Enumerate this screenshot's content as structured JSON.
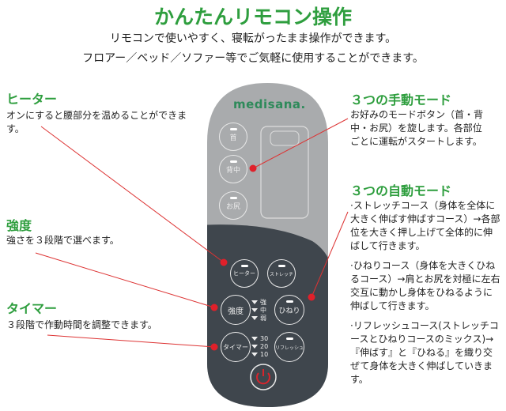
{
  "title": "かんたんリモコン操作",
  "subtitle": [
    "リモコンで使いやすく、寝転がったまま操作ができます。",
    "フロアー／ベッド／ソファー等でご気軽に使用することができます。"
  ],
  "left": [
    {
      "heading": "ヒーター",
      "text": "オンにすると腰部分を温めることができます。"
    },
    {
      "heading": "強度",
      "text": "強さを３段階で選べます。"
    },
    {
      "heading": "タイマー",
      "text": "３段階で作動時間を調整できます。"
    }
  ],
  "right": {
    "manual": {
      "heading": "３つの手動モード",
      "text": "お好みのモードボタン（首・背中・お尻）を旋します。各部位ごとに運転がスタートします。"
    },
    "auto": {
      "heading": "３つの自動モード",
      "items": [
        "·ストレッチコース（身体を全体に大きく伸ばす伸ばすコース）→各部位を大きく押し上げて全体的に伸ばして行きます。",
        "·ひねりコース（身体を大きくひねるコース）→肩とお尻を対極に左右交互に動かし身体をひねるように伸ばして行きます。",
        "·リフレッシュコース(ストレッチコースとひねりコースのミックス)→『伸ばす』と『ひねる』を織り交ぜて身体を大きく伸ばしていきます。"
      ]
    }
  },
  "remote": {
    "brand": "medisana.",
    "buttons": {
      "neck": "首",
      "back": "背中",
      "hip": "お尻",
      "heater": "ヒーター",
      "stretch": "ストレッチ",
      "intensity": "強度",
      "twist": "ひねり",
      "timer": "タイマー",
      "refresh": "リフレッシュ"
    },
    "intensity_levels": [
      "強",
      "中",
      "弱"
    ],
    "timer_levels": [
      "30",
      "20",
      "10"
    ],
    "power_icon": "power-icon"
  },
  "colors": {
    "accent": "#2e9e3e",
    "marker": "#e0202a",
    "remote_light": "#a9abad",
    "remote_dark": "#3f464d"
  }
}
